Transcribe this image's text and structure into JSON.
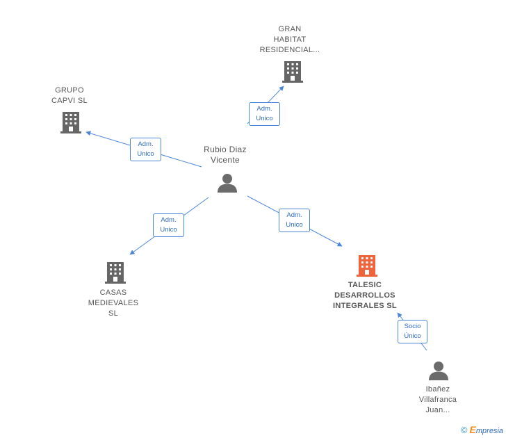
{
  "nodes": {
    "gran_habitat": {
      "lines": [
        "GRAN",
        "HABITAT",
        "RESIDENCIAL..."
      ],
      "kind": "company"
    },
    "grupo_capvi": {
      "lines": [
        "GRUPO",
        "CAPVI SL"
      ],
      "kind": "company"
    },
    "rubio_diaz": {
      "lines": [
        "Rubio Diaz",
        "Vicente"
      ],
      "kind": "person"
    },
    "casas_medievales": {
      "lines": [
        "CASAS",
        "MEDIEVALES",
        "SL"
      ],
      "kind": "company"
    },
    "talesic": {
      "lines": [
        "TALESIC",
        "DESARROLLOS",
        "INTEGRALES SL"
      ],
      "kind": "company-focus"
    },
    "ibanez": {
      "lines": [
        "Ibañez",
        "Villafranca",
        "Juan..."
      ],
      "kind": "person"
    }
  },
  "edges": {
    "to_gran_habitat": {
      "lines": [
        "Adm.",
        "Unico"
      ]
    },
    "to_grupo_capvi": {
      "lines": [
        "Adm.",
        "Unico"
      ]
    },
    "to_casas_medievales": {
      "lines": [
        "Adm.",
        "Unico"
      ]
    },
    "to_talesic": {
      "lines": [
        "Adm.",
        "Unico"
      ]
    },
    "ibanez_to_talesic": {
      "lines": [
        "Socio",
        "Único"
      ]
    }
  },
  "colors": {
    "edge": "#4a86d8",
    "company_icon": "#666666",
    "focus_icon": "#f0643c",
    "person_icon": "#6b6b6b"
  },
  "footer": {
    "copyright": "©",
    "brand_first": "E",
    "brand_rest": "mpresia"
  }
}
